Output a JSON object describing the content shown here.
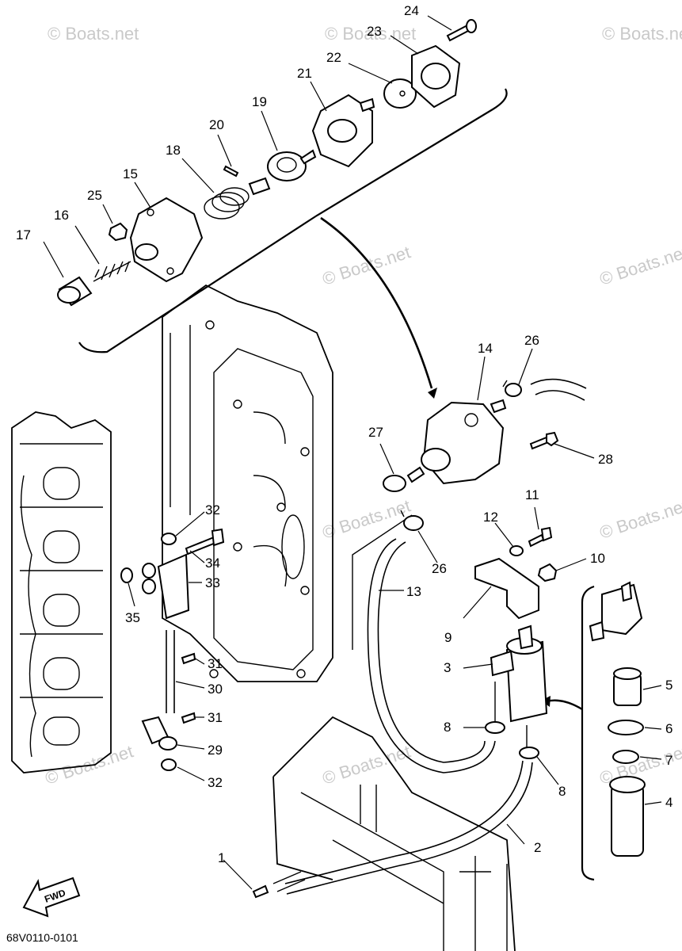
{
  "diagram_code": "68V0110-0101",
  "fwd_label": "FWD",
  "watermarks": [
    "© Boats.net",
    "© Boats.net",
    "© Boats.net",
    "© Boats.net",
    "© Boats.net",
    "© Boats.net",
    "© Boats.net",
    "© Boats.net",
    "© Boats.net",
    "© Boats.net"
  ],
  "callouts": [
    "1",
    "2",
    "3",
    "4",
    "5",
    "6",
    "7",
    "8",
    "8",
    "9",
    "10",
    "11",
    "12",
    "13",
    "14",
    "15",
    "16",
    "17",
    "18",
    "19",
    "20",
    "21",
    "22",
    "23",
    "24",
    "25",
    "26",
    "26",
    "27",
    "28",
    "29",
    "30",
    "31",
    "31",
    "32",
    "32",
    "33",
    "34",
    "35"
  ]
}
